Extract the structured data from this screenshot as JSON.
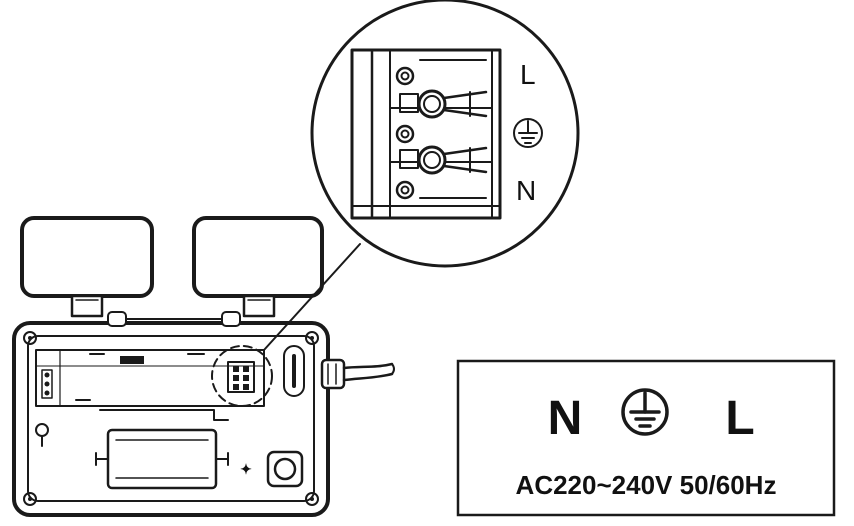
{
  "terminal_labels": {
    "live": "L",
    "neutral": "N"
  },
  "label_plate": {
    "neutral": "N",
    "live": "L",
    "rating": "AC220~240V 50/60Hz"
  },
  "icons": [
    "earth-ground-icon",
    "terminal-screw-icon",
    "magnifier-callout-icon",
    "power-cable-icon"
  ],
  "colors": {
    "line": "#1a1a1a",
    "background": "#ffffff"
  }
}
